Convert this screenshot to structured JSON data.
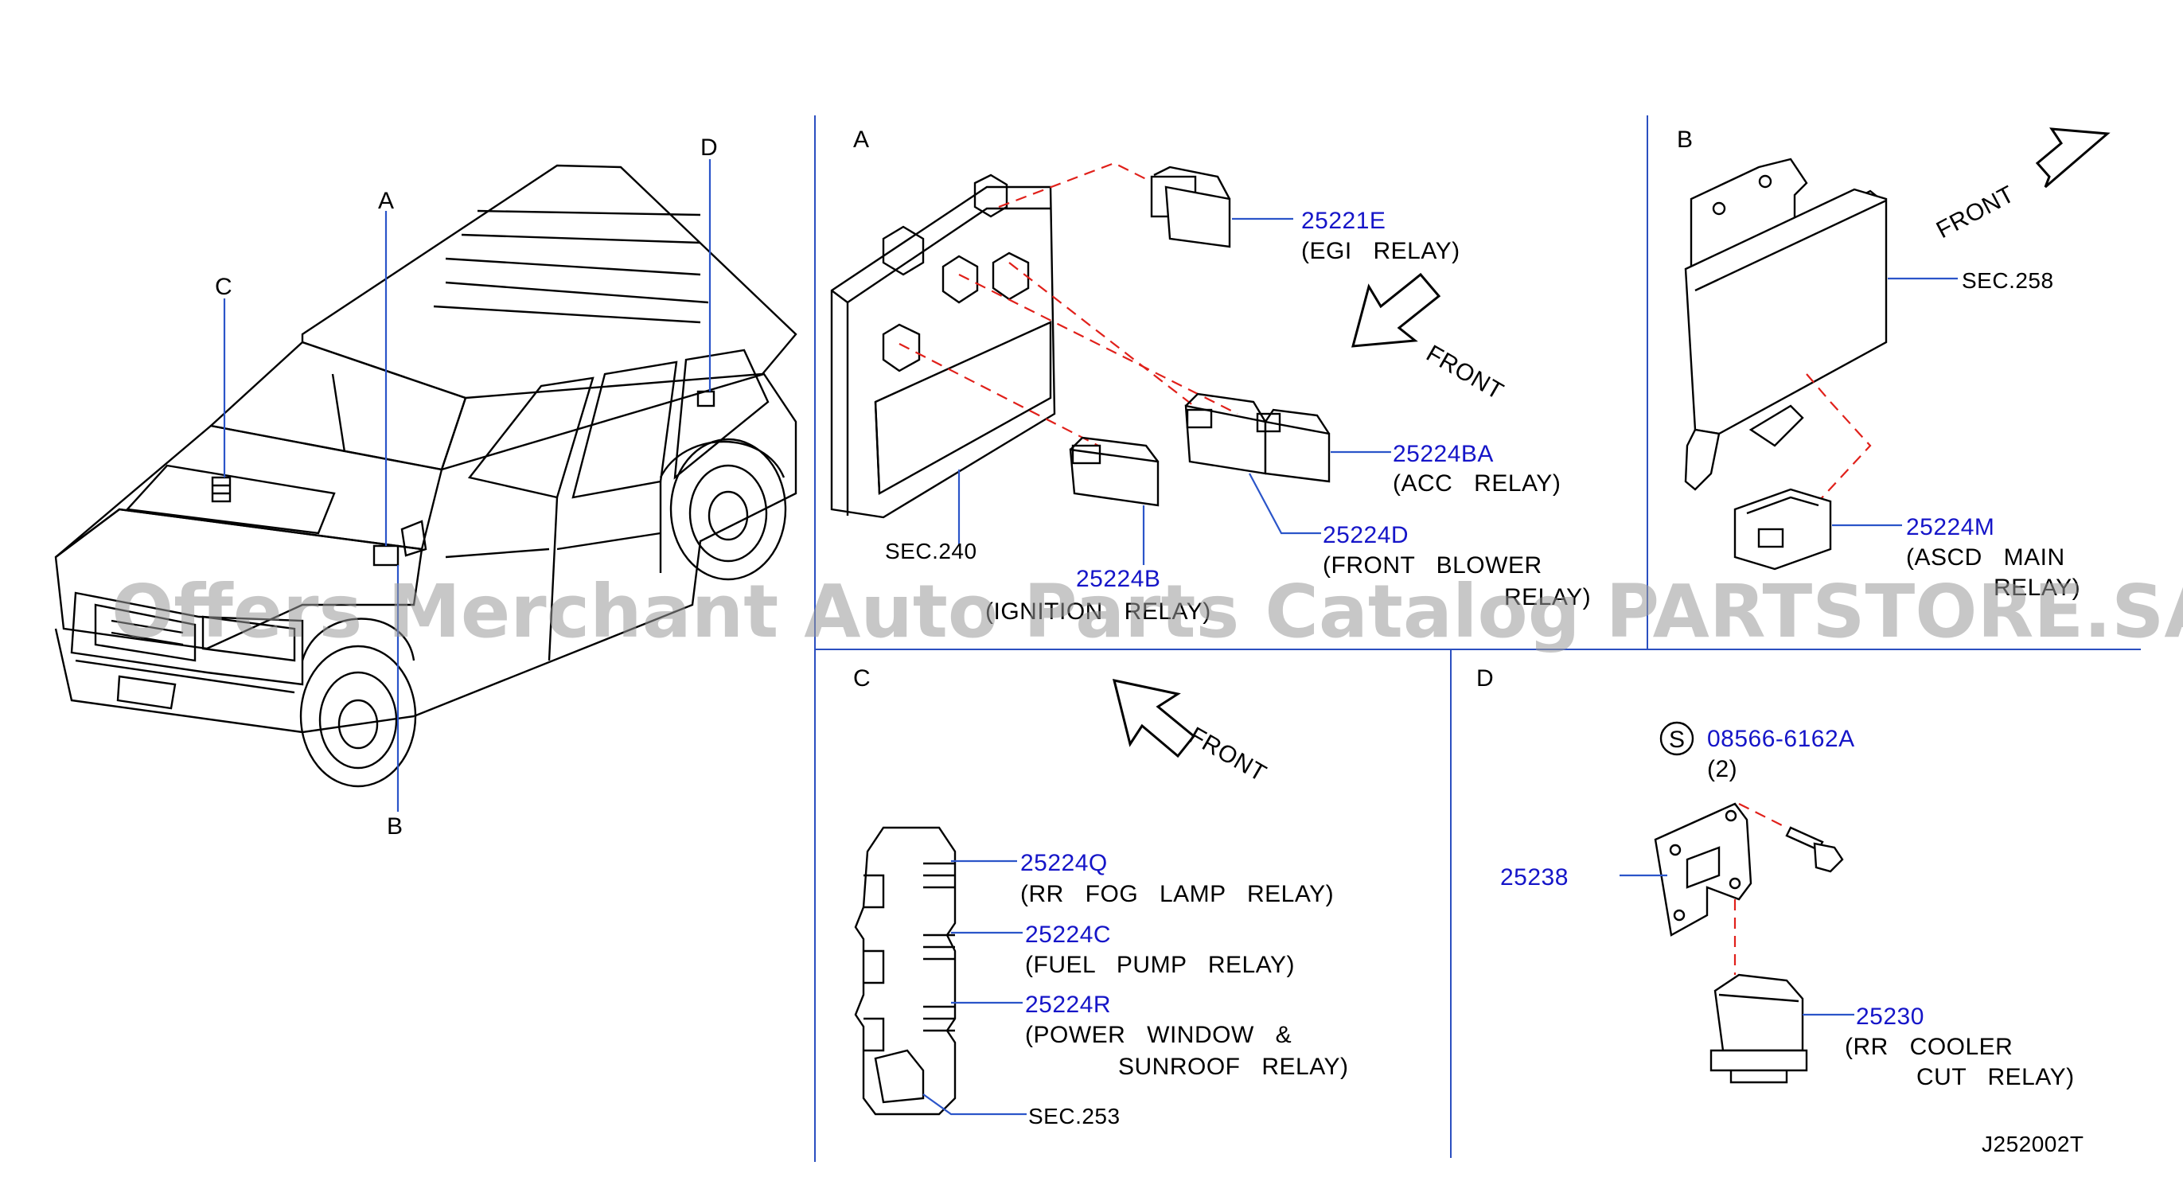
{
  "diagram_code": "J252002T",
  "watermark": "Offers Merchant Auto Parts Catalog PARTSTORE.SA",
  "front_label": "FRONT",
  "vehicle_callouts": {
    "a": "A",
    "b": "B",
    "c": "C",
    "d": "D"
  },
  "section_a": {
    "letter": "A",
    "sec_ref": "SEC.240",
    "parts": [
      {
        "number": "25221E",
        "desc": [
          "(EGI RELAY)"
        ]
      },
      {
        "number": "25224BA",
        "desc": [
          "(ACC RELAY)"
        ]
      },
      {
        "number": "25224D",
        "desc": [
          "(FRONT BLOWER",
          "RELAY)"
        ]
      },
      {
        "number": "25224B",
        "desc": [
          "(IGNITION RELAY)"
        ]
      }
    ]
  },
  "section_b": {
    "letter": "B",
    "sec_ref": "SEC.258",
    "parts": [
      {
        "number": "25224M",
        "desc": [
          "(ASCD MAIN",
          "RELAY)"
        ]
      }
    ]
  },
  "section_c": {
    "letter": "C",
    "sec_ref": "SEC.253",
    "parts": [
      {
        "number": "25224Q",
        "desc": [
          "(RR FOG LAMP RELAY)"
        ]
      },
      {
        "number": "25224C",
        "desc": [
          "(FUEL PUMP RELAY)"
        ]
      },
      {
        "number": "25224R",
        "desc": [
          "(POWER WINDOW &",
          "SUNROOF RELAY)"
        ]
      }
    ]
  },
  "section_d": {
    "letter": "D",
    "screw_symbol": "S",
    "screw": {
      "number": "08566-6162A",
      "qty": "(2)"
    },
    "parts": [
      {
        "number": "25238",
        "desc": []
      },
      {
        "number": "25230",
        "desc": [
          "(RR COOLER",
          "CUT RELAY)"
        ]
      }
    ]
  }
}
